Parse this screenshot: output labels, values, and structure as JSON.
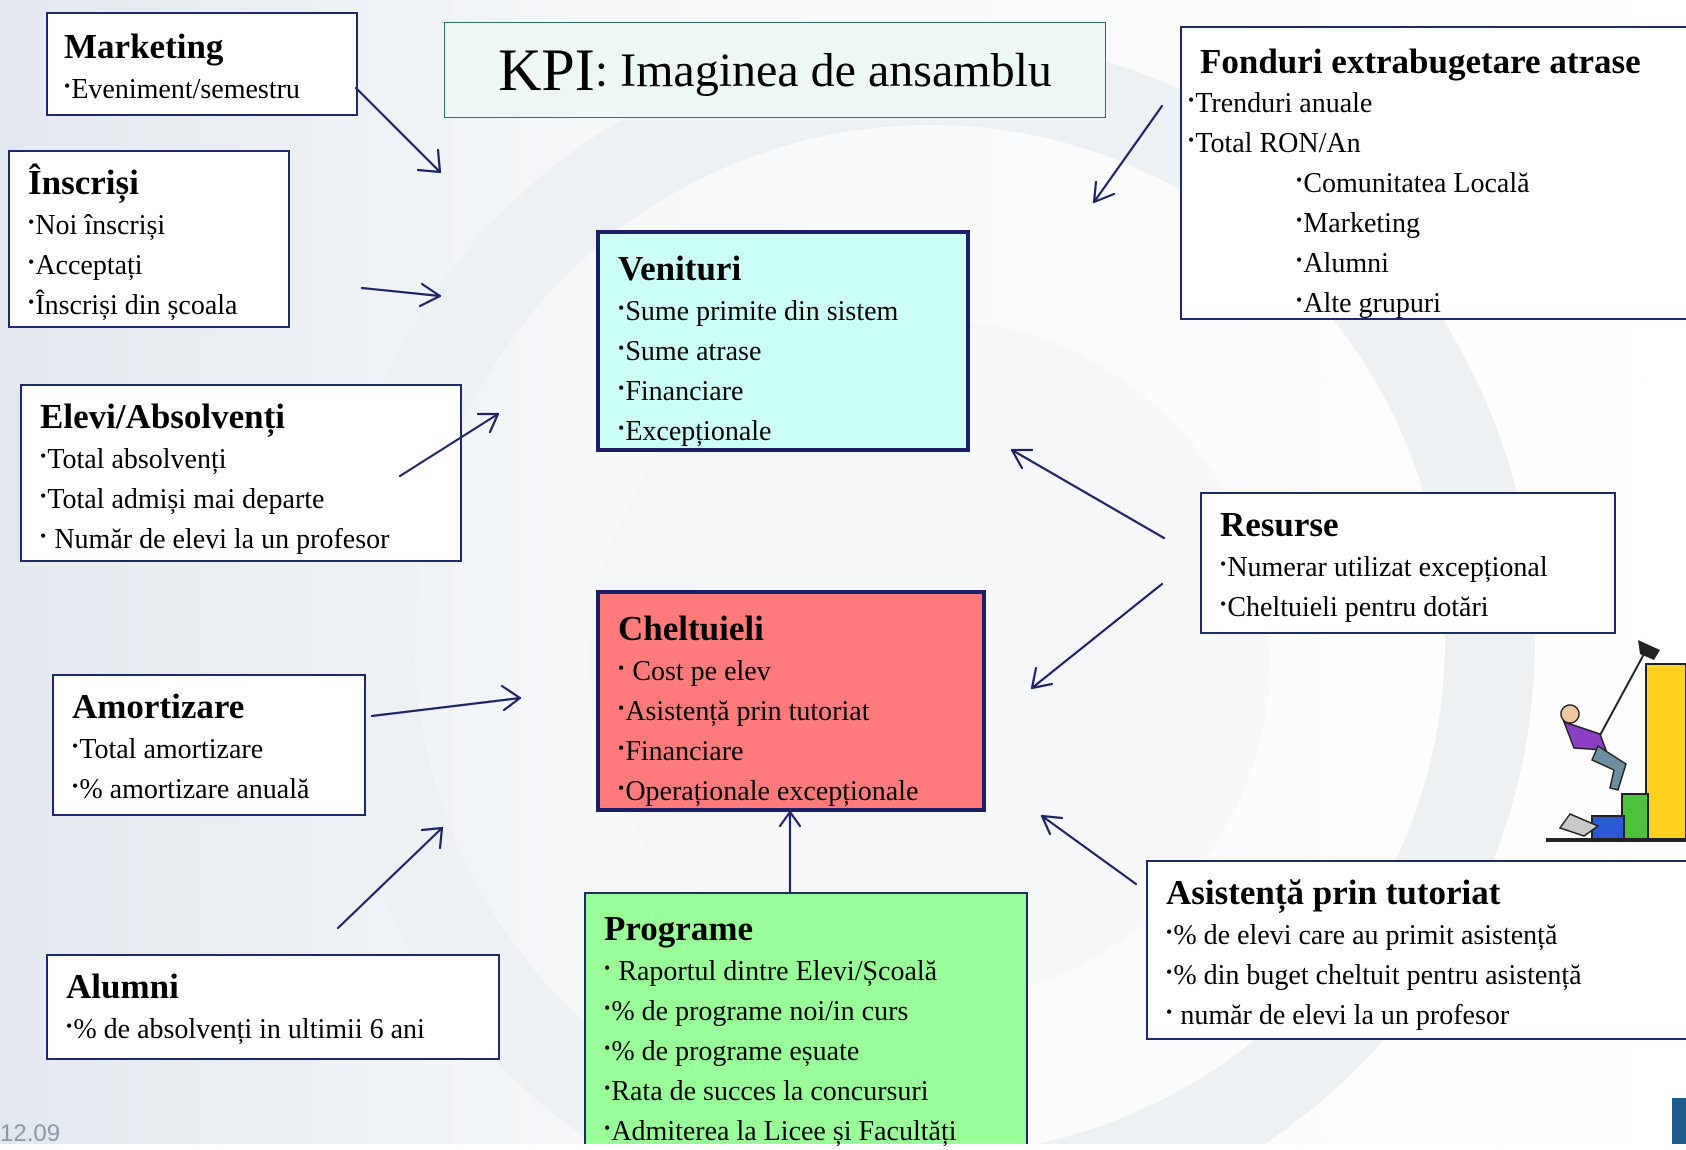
{
  "title": {
    "kpi": "KPI",
    "rest": ": Imaginea de ansamblu"
  },
  "boxes": {
    "marketing": {
      "head": "Marketing",
      "items": [
        "Eveniment/semestru"
      ]
    },
    "inscrisi": {
      "head": "Înscriși",
      "items": [
        "Noi înscriși",
        "Acceptați",
        "Înscriși din școala"
      ]
    },
    "elevi": {
      "head": "Elevi/Absolvenți",
      "items": [
        "Total absolvenți",
        "Total admiși mai departe",
        "Număr de elevi la un profesor"
      ]
    },
    "amortizare": {
      "head": "Amortizare",
      "items": [
        "Total amortizare",
        "% amortizare anuală"
      ]
    },
    "alumni": {
      "head": "Alumni",
      "items": [
        "% de absolvenți in ultimii 6 ani"
      ]
    },
    "venituri": {
      "head": "Venituri",
      "items": [
        "Sume primite din sistem",
        "Sume atrase",
        "Financiare",
        "Excepționale"
      ]
    },
    "cheltuieli": {
      "head": "Cheltuieli",
      "items": [
        "Cost pe elev",
        "Asistență prin tutoriat",
        "Financiare",
        "Operaționale excepționale"
      ]
    },
    "programe": {
      "head": "Programe",
      "items": [
        "Raportul dintre  Elevi/Școală",
        "% de programe noi/in curs",
        "% de programe eșuate",
        "Rata de succes la concursuri",
        "Admiterea la Licee și Facultăți"
      ]
    },
    "fonduri": {
      "head": "Fonduri extrabugetare atrase",
      "items": [
        "Trenduri anuale",
        "Total RON/An"
      ],
      "sub_items": [
        "Comunitatea Locală",
        "Marketing",
        "Alumni",
        "Alte grupuri"
      ]
    },
    "resurse": {
      "head": "Resurse",
      "items": [
        "Numerar utilizat excepțional",
        "Cheltuieli pentru dotări"
      ]
    },
    "asistenta": {
      "head": "Asistență prin tutoriat",
      "items": [
        "% de elevi care au primit asistență",
        "% din buget cheltuit pentru asistență",
        "număr de elevi la un profesor"
      ]
    }
  },
  "footer": {
    "date": "12.09"
  },
  "colors": {
    "venituri_fill": "#ccfff5",
    "cheltuieli_fill": "#ff7b7b",
    "programe_fill": "#99ff99",
    "border": "#1a1f66",
    "arrow": "#1f2466"
  }
}
